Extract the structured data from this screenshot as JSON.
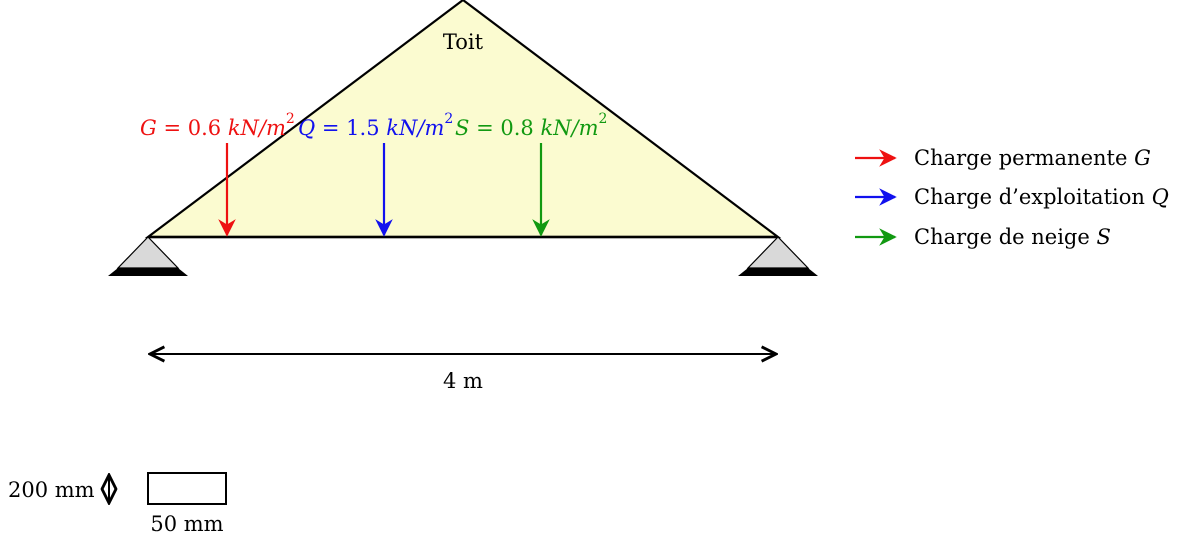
{
  "roof": {
    "label": "Toit",
    "fill_color": "#fbfbd0"
  },
  "loads": [
    {
      "symbol": "G",
      "value": "0.6",
      "unit": "kN/m",
      "exponent": "2",
      "color": "#ee1111"
    },
    {
      "symbol": "Q",
      "value": "1.5",
      "unit": "kN/m",
      "exponent": "2",
      "color": "#1111ee"
    },
    {
      "symbol": "S",
      "value": "0.8",
      "unit": "kN/m",
      "exponent": "2",
      "color": "#119911"
    }
  ],
  "legend": [
    {
      "text": "Charge permanente",
      "symbol": "G",
      "color": "#ee1111"
    },
    {
      "text": "Charge d’exploitation",
      "symbol": "Q",
      "color": "#1111ee"
    },
    {
      "text": "Charge de neige",
      "symbol": "S",
      "color": "#119911"
    }
  ],
  "span": {
    "label": "4 m"
  },
  "section": {
    "height_label": "200 mm",
    "width_label": "50 mm"
  }
}
